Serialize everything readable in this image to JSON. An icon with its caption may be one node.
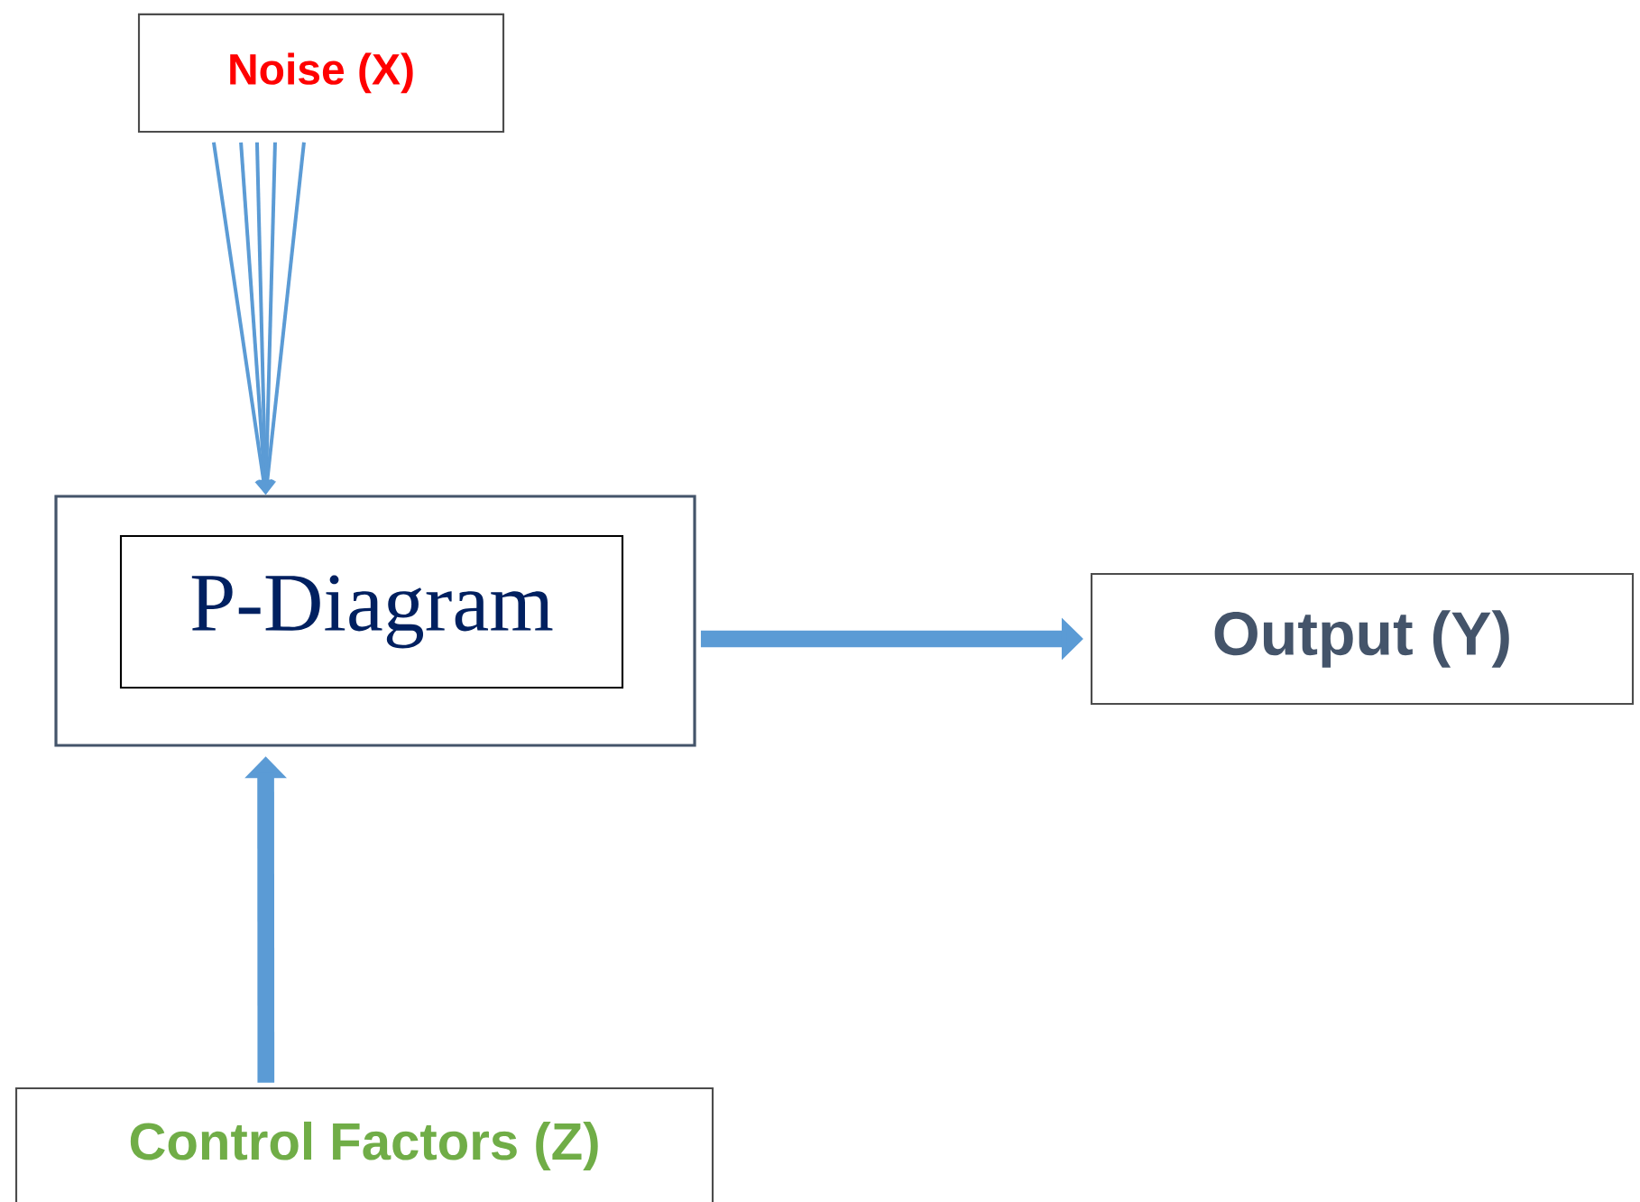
{
  "diagram": {
    "nodes": [
      {
        "text": [
          "Noise (X)"
        ]
      },
      {
        "text": [],
        "shape": "box"
      },
      {
        "text": [
          "P-Diagram"
        ],
        "in": 1
      },
      {
        "text": [
          "Output (Y)"
        ]
      },
      {
        "text": [
          "Control Factors (Z)"
        ]
      }
    ],
    "edges": [
      {
        "from": 0,
        "to": 1,
        "arrow": "to"
      },
      {
        "from": 0,
        "to": 1,
        "arrow": "to"
      },
      {
        "from": 0,
        "to": 1,
        "arrow": "to"
      },
      {
        "from": 0,
        "to": 1,
        "arrow": "to"
      },
      {
        "from": 0,
        "to": 1,
        "arrow": "to"
      },
      {
        "from": 1,
        "to": 3,
        "arrow": "to",
        "style": "thick"
      },
      {
        "from": 4,
        "to": 1,
        "arrow": "to",
        "style": "thick"
      }
    ]
  }
}
